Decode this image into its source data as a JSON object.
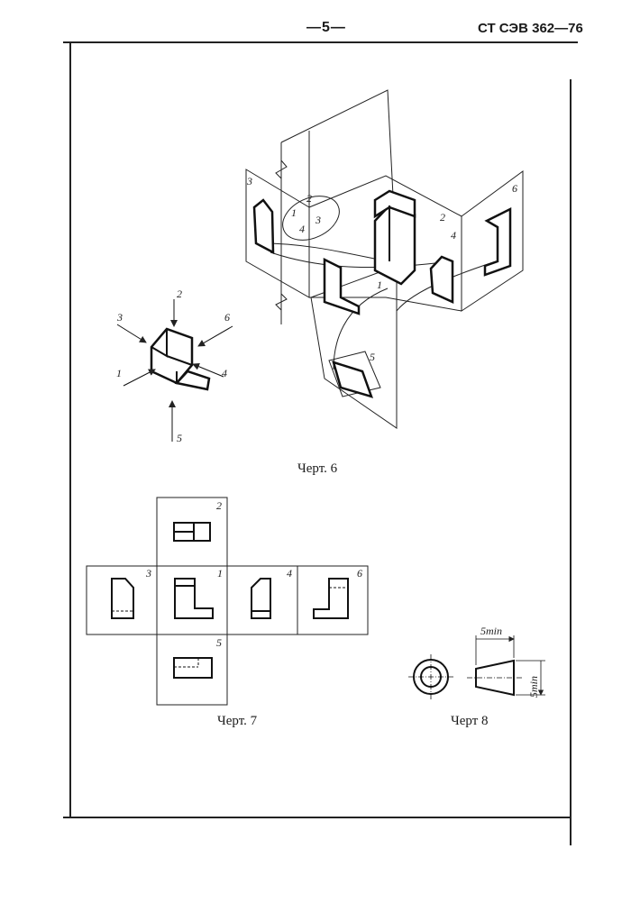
{
  "header": {
    "page_number": "—5—",
    "standard_code": "СТ СЭВ 362—76"
  },
  "figures": {
    "fig6": {
      "caption": "Черт. 6",
      "direction_labels": [
        "1",
        "2",
        "3",
        "4",
        "5",
        "6"
      ]
    },
    "fig7": {
      "caption": "Черт. 7",
      "view_labels": [
        "2",
        "3",
        "1",
        "4",
        "6",
        "5"
      ]
    },
    "fig8": {
      "caption": "Черт 8",
      "dimension_label": "5min"
    }
  }
}
